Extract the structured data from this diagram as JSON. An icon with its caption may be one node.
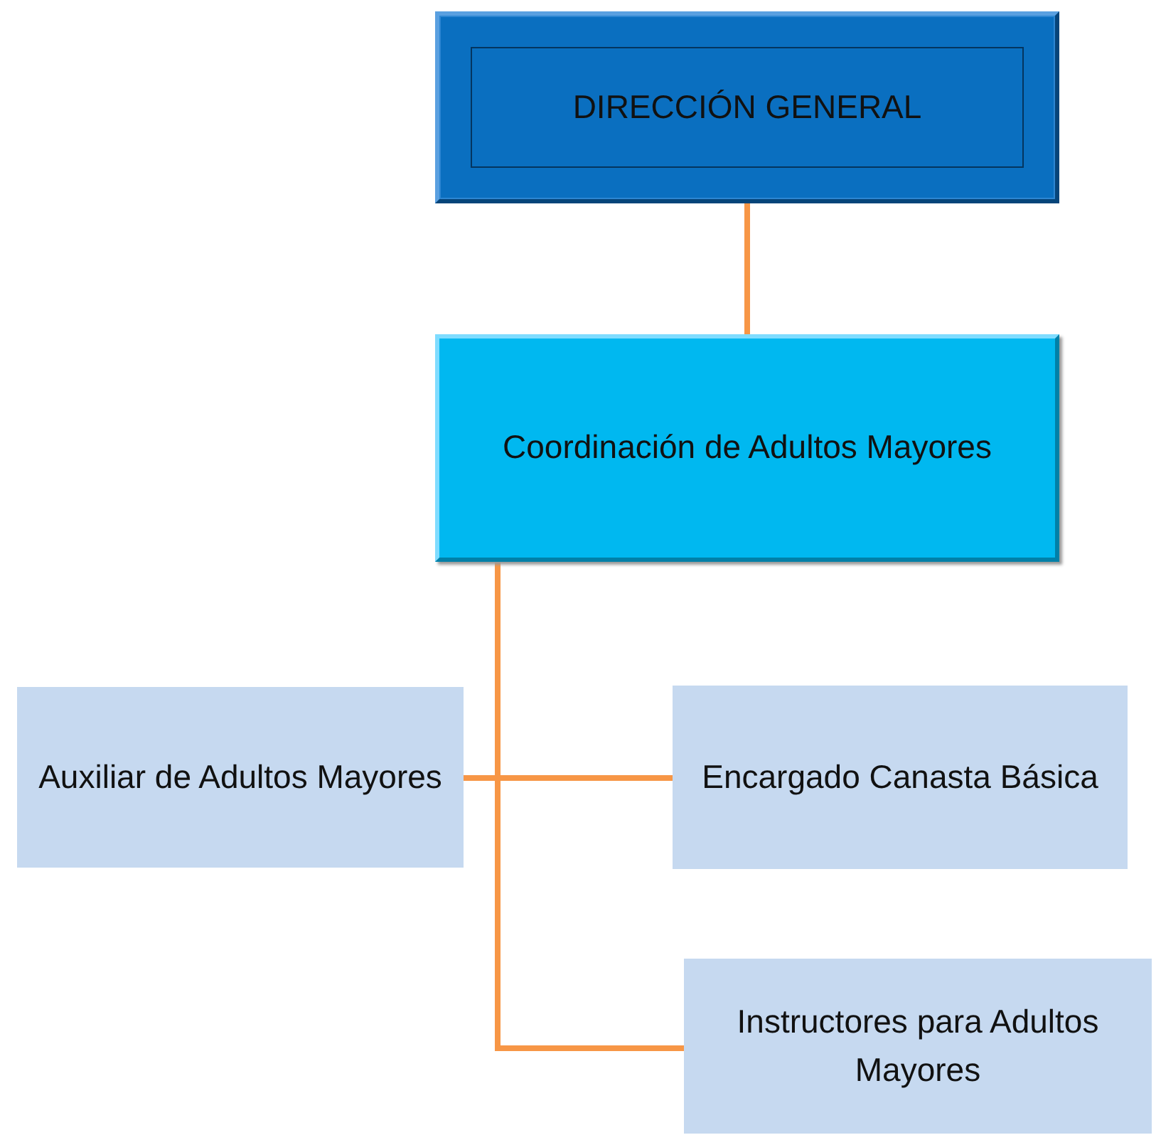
{
  "diagram": {
    "nodes": [
      {
        "text": [
          "DIRECCIÓN GENERAL"
        ]
      },
      {
        "text": [
          "Coordinación de Adultos Mayores"
        ]
      },
      {
        "text": [
          "Auxiliar de Adultos Mayores"
        ]
      },
      {
        "text": [
          "Encargado Canasta Básica"
        ]
      },
      {
        "text": [
          "Instructores para Adultos Mayores"
        ]
      }
    ],
    "edges": [
      {
        "from": 0,
        "to": 1,
        "arrow": "none"
      },
      {
        "from": 1,
        "to": 2,
        "arrow": "none"
      },
      {
        "from": 1,
        "to": 3,
        "arrow": "none"
      },
      {
        "from": 1,
        "to": 4,
        "arrow": "none"
      }
    ]
  }
}
